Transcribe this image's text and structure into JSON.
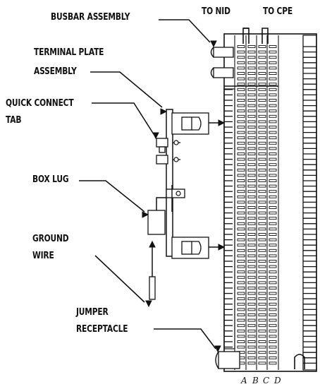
{
  "labels": {
    "busbar": "BUSBAR ASSEMBLY",
    "to_nid": "TO NID",
    "to_cpe": "TO CPE",
    "terminal_plate_1": "TERMINAL PLATE",
    "terminal_plate_2": "ASSEMBLY",
    "quick_connect_1": "QUICK CONNECT",
    "quick_connect_2": "TAB",
    "box_lug": "BOX LUG",
    "ground_wire_1": "GROUND",
    "ground_wire_2": "WIRE",
    "jumper_1": "JUMPER",
    "jumper_2": "RECEPTACLE"
  },
  "columns": [
    "A",
    "B",
    "C",
    "D"
  ],
  "colors": {
    "line": "#111111",
    "background": "#ffffff"
  }
}
